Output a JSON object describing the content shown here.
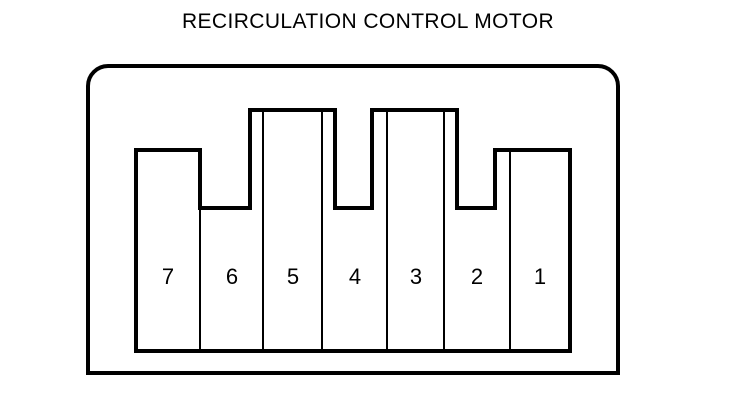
{
  "diagram": {
    "title": "RECIRCULATION CONTROL MOTOR",
    "type": "connector-pinout",
    "colors": {
      "line": "#000000",
      "background": "#ffffff",
      "text": "#000000"
    },
    "shell": {
      "name": "connector-shell",
      "corner_style": "rounded-top-square-bottom"
    },
    "cavities": [
      {
        "number": "7",
        "height_class": "short"
      },
      {
        "number": "6",
        "height_class": "short"
      },
      {
        "number": "5",
        "height_class": "tall"
      },
      {
        "number": "4",
        "height_class": "tall"
      },
      {
        "number": "3",
        "height_class": "tall"
      },
      {
        "number": "2",
        "height_class": "short"
      },
      {
        "number": "1",
        "height_class": "short"
      }
    ],
    "cavity_count": 7
  }
}
